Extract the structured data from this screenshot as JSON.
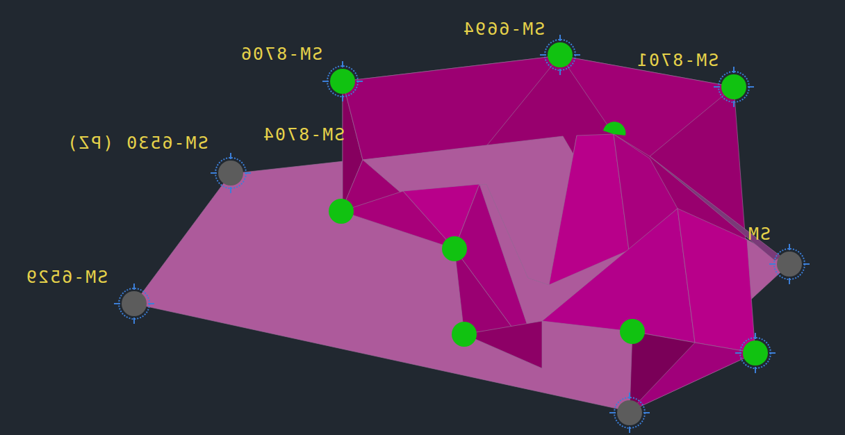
{
  "diagram": {
    "labels": [
      "SM-6694",
      "SM-8706",
      "SM-8701",
      "SM-8704",
      "SM-6530 (PZ)",
      "SM-6529",
      "SM"
    ]
  }
}
